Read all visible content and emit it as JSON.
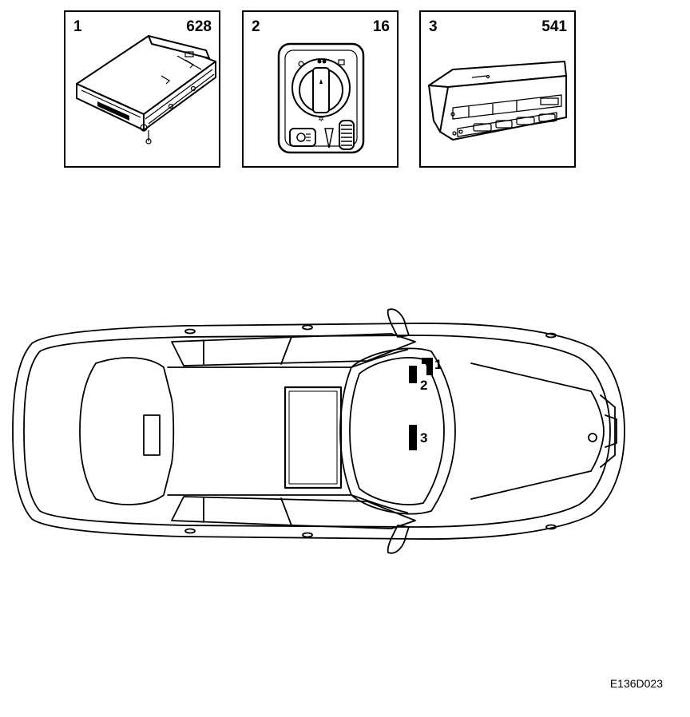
{
  "panels": [
    {
      "number": "1",
      "code": "628",
      "icon": "control-module"
    },
    {
      "number": "2",
      "code": "16",
      "icon": "light-switch"
    },
    {
      "number": "3",
      "code": "541",
      "icon": "climate-control-panel"
    }
  ],
  "car": {
    "view": "top-view",
    "markers": [
      {
        "label": "1"
      },
      {
        "label": "2"
      },
      {
        "label": "3"
      }
    ]
  },
  "figure_id": "E136D023"
}
